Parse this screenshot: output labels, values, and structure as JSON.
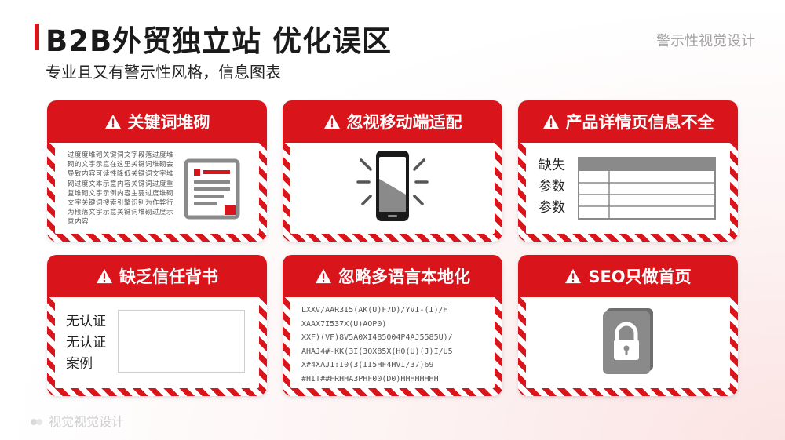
{
  "header": {
    "title": "B2B外贸独立站  优化误区",
    "subtitle": "专业且又有警示性风格，信息图表",
    "brand": "警示性视觉设计"
  },
  "footer": {
    "watermark": "视觉视觉设计"
  },
  "colors": {
    "accent": "#d9141b",
    "icon_gray": "#8a8a8a",
    "stripe_white": "#ffffff"
  },
  "cards": [
    {
      "title": "关键词堆砌",
      "icon": "document-icon",
      "text": "过度度堆砌关键词文字段落过度堆砌的文字示意在这里关键词堆砌会导致内容可读性降低关键词文字堆砌过度文本示意内容关键词过度重复堆砌文字示例内容主要过度堆砌文字关键词搜索引擎识别为作弊行为段落文字示意关键词堆砌过度示意内容"
    },
    {
      "title": "忽视移动端适配",
      "icon": "smartphone-icon"
    },
    {
      "title": "产品详情页信息不全",
      "icon": "table-icon",
      "lines": [
        "缺失",
        "参数",
        "参数"
      ]
    },
    {
      "title": "缺乏信任背书",
      "icon": "blank-box",
      "lines": [
        "无认证",
        "无认证",
        "案例"
      ]
    },
    {
      "title": "忽略多语言本地化",
      "icon": "garbled-text",
      "glyph_lines": [
        "LXXV/AAR3I5(AK(U)F7D)/YVI-(I)/H",
        "XAAX7I537X(U)AOP0)",
        "XXF)(VF)8V5A0XI485004P4AJ5585U)/",
        "AHAJ4#-KK(3I(3OX85X(H0(U)(J)I/U5",
        "X#4XAJ1:I0(3(II5HF4HVI/37)69",
        "#HIT##FRHHA3PHF00(D0)HHHHHHHH"
      ]
    },
    {
      "title": "SEO只做首页",
      "icon": "lock-icon"
    }
  ]
}
